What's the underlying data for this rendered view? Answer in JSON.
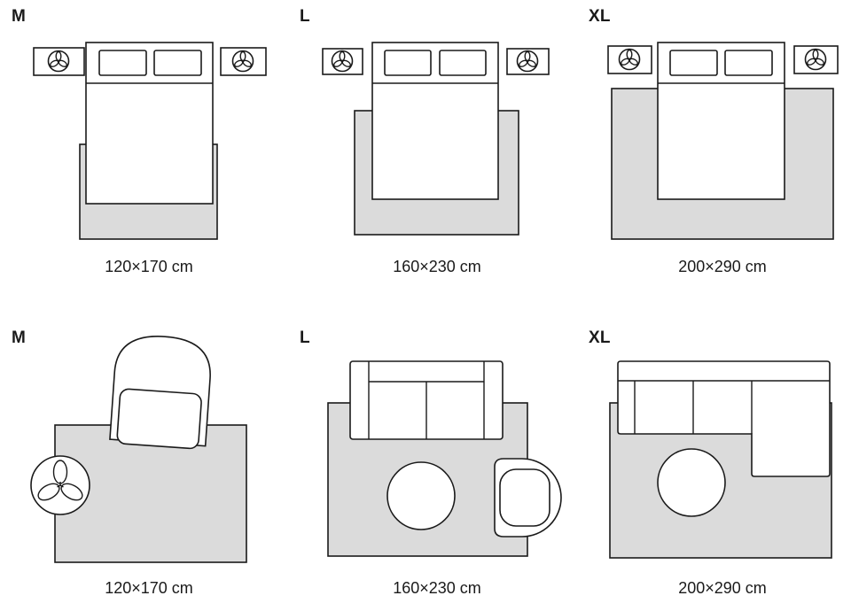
{
  "theme": {
    "background": "#ffffff",
    "line_color": "#1a1a1a",
    "rug_color": "#dbdbdb",
    "text_color": "#1a1a1a"
  },
  "rows": [
    {
      "name": "bedroom-rug-sizes",
      "panels": [
        {
          "label": "M",
          "size": "120×170 cm"
        },
        {
          "label": "L",
          "size": "160×230 cm"
        },
        {
          "label": "XL",
          "size": "200×290 cm"
        }
      ]
    },
    {
      "name": "living-room-rug-sizes",
      "panels": [
        {
          "label": "M",
          "size": "120×170 cm"
        },
        {
          "label": "L",
          "size": "160×230 cm"
        },
        {
          "label": "XL",
          "size": "200×290 cm"
        }
      ]
    }
  ],
  "illustrations": {
    "bedroom_elements": [
      "rug",
      "bed",
      "pillow",
      "nightstand",
      "plant-icon"
    ],
    "living_room_elements": [
      "rug",
      "sofa",
      "sectional-sofa",
      "armchair",
      "coffee-table",
      "plant-icon"
    ]
  }
}
